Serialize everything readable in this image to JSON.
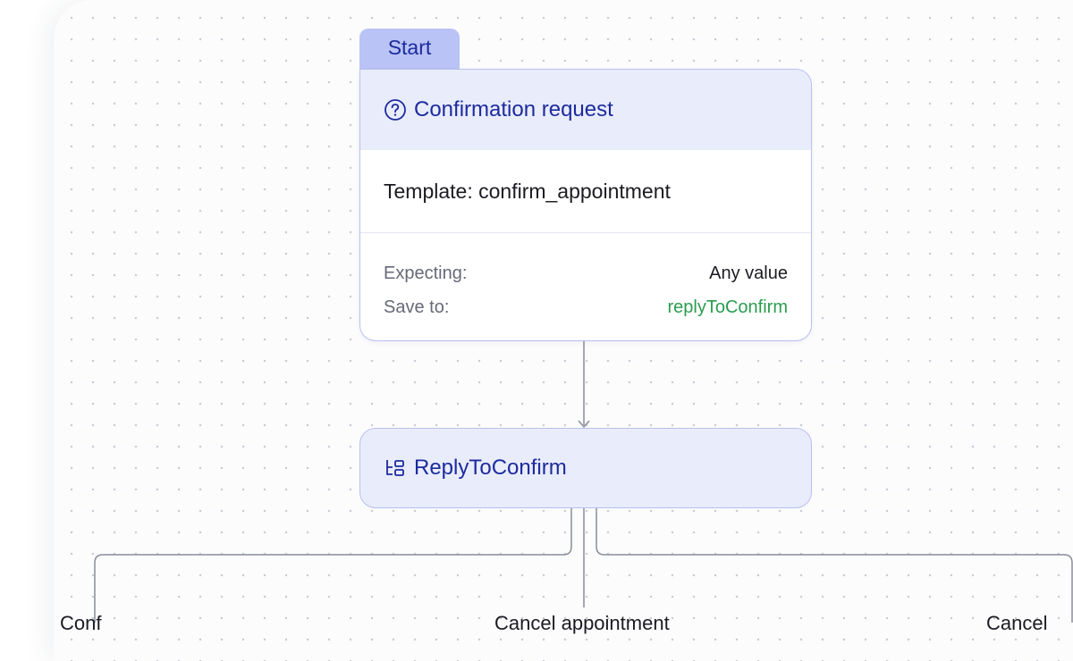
{
  "start_tab": {
    "label": "Start"
  },
  "confirmation_node": {
    "title": "Confirmation request",
    "title_icon": "question-circle-icon",
    "template_line": "Template: confirm_appointment",
    "expecting_label": "Expecting:",
    "expecting_value": "Any value",
    "save_to_label": "Save to:",
    "save_to_value": "replyToConfirm"
  },
  "branch_node": {
    "title": "ReplyToConfirm",
    "title_icon": "branch-icon"
  },
  "branch_labels": [
    "Conf",
    "Cancel appointment",
    "Cancel"
  ],
  "colors": {
    "accent_text": "#1c2b9e",
    "start_tab_bg": "#b9c3f5",
    "node_header_bg": "#e9ecfb",
    "node_border": "#b7c0ef",
    "variable_green": "#2a9d4f",
    "connector": "#8a8d99"
  }
}
